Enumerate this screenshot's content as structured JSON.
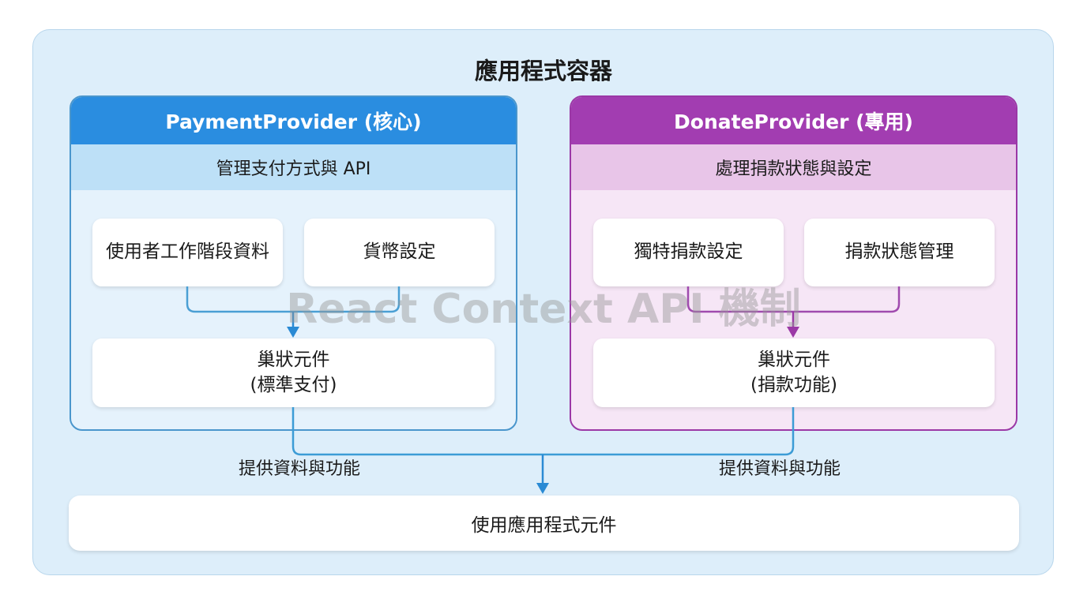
{
  "app": {
    "title": "應用程式容器"
  },
  "payment_provider": {
    "title": "PaymentProvider (核心)",
    "subtitle": "管理支付方式與 API",
    "items": [
      {
        "label": "使用者工作階段資料"
      },
      {
        "label": "貨幣設定"
      }
    ],
    "nested": {
      "line1": "巢狀元件",
      "line2": "(標準支付)"
    },
    "flow_label": "提供資料與功能"
  },
  "donate_provider": {
    "title": "DonateProvider (專用)",
    "subtitle": "處理捐款狀態與設定",
    "items": [
      {
        "label": "獨特捐款設定"
      },
      {
        "label": "捐款狀態管理"
      }
    ],
    "nested": {
      "line1": "巢狀元件",
      "line2": "(捐款功能)"
    },
    "flow_label": "提供資料與功能"
  },
  "consumer": {
    "label": "使用應用程式元件"
  },
  "watermark": "React Context API 機制",
  "colors": {
    "payment_accent": "#2a8de0",
    "donate_accent": "#a23db1",
    "container_bg": "#ddeefa"
  }
}
